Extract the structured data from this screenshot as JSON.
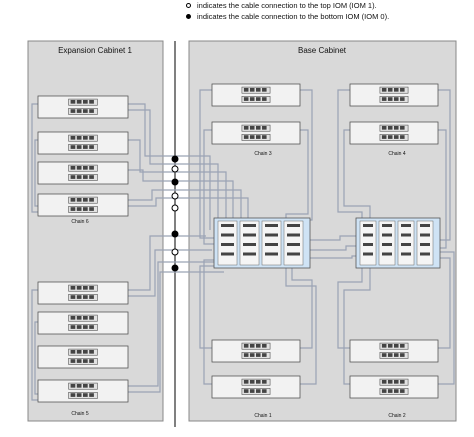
{
  "legend": {
    "top_iom": "indicates the cable connection to the top IOM (IOM 1).",
    "bottom_iom": "indicates the cable connection to the bottom IOM (IOM 0)."
  },
  "cabinets": {
    "expansion_title": "Expansion Cabinet 1",
    "base_title": "Base Cabinet"
  },
  "chains": {
    "chain1": "Chain 1",
    "chain2": "Chain 2",
    "chain3": "Chain 3",
    "chain4": "Chain 4",
    "chain5": "Chain 5",
    "chain6": "Chain 6"
  },
  "colors": {
    "cabinet_fill": "#d9d9d9",
    "cabinet_border": "#888888",
    "shelf_fill": "#f2f2f2",
    "cable": "#9aa3b5",
    "controller_fill": "#cfe3f5",
    "connector_open": "#ffffff",
    "connector_filled": "#000000"
  }
}
